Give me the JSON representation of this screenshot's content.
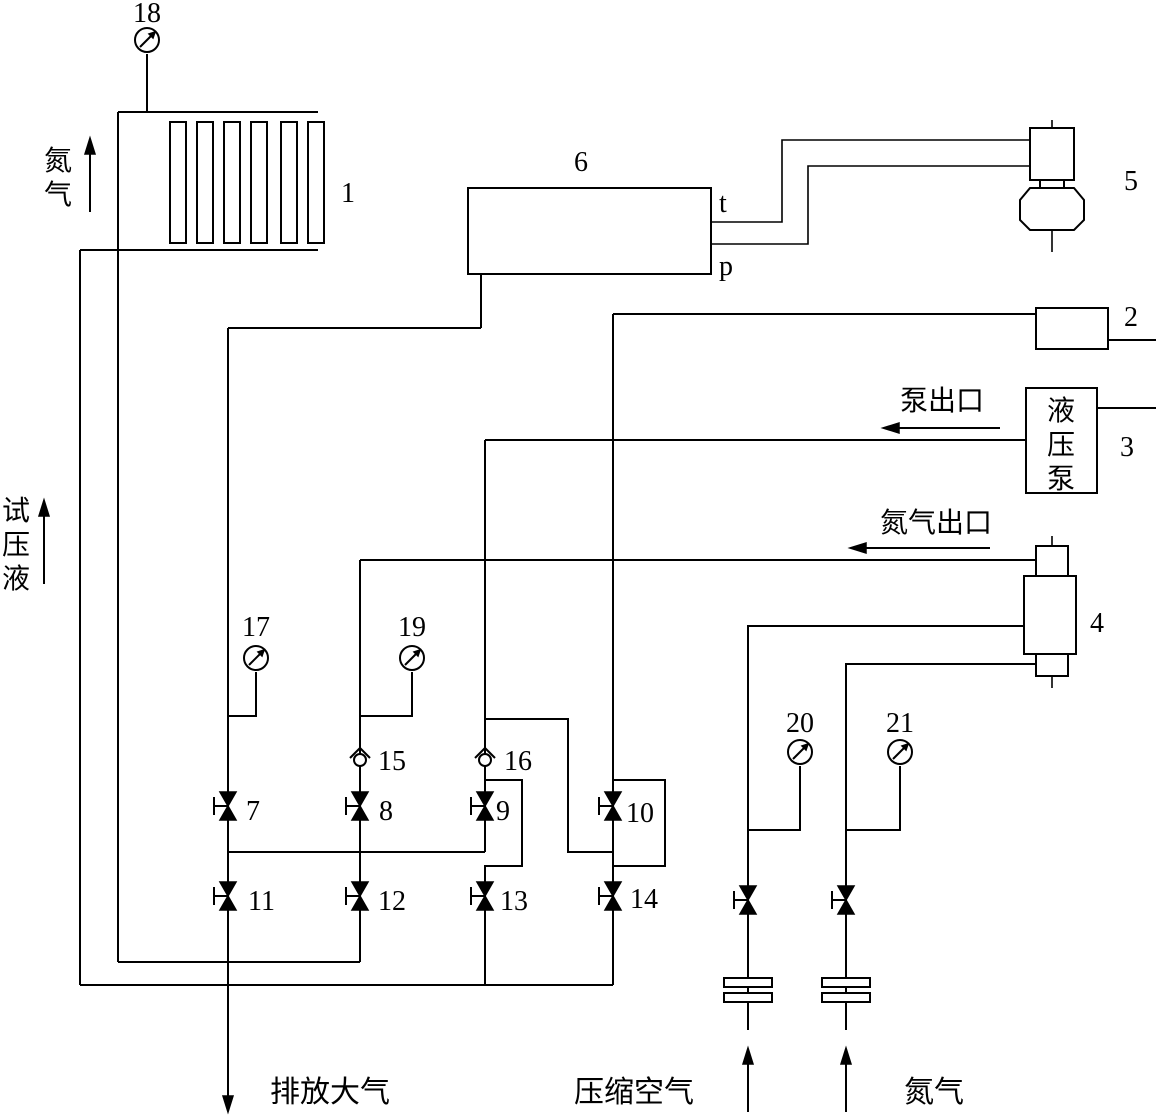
{
  "labels": {
    "n1": "1",
    "n2": "2",
    "n3": "3",
    "n4": "4",
    "n5": "5",
    "n6": "6",
    "n7": "7",
    "n8": "8",
    "n9": "9",
    "n10": "10",
    "n11": "11",
    "n12": "12",
    "n13": "13",
    "n14": "14",
    "n15": "15",
    "n16": "16",
    "n17": "17",
    "n18": "18",
    "n19": "19",
    "n20": "20",
    "n21": "21",
    "t": "t",
    "p": "p"
  },
  "text": {
    "nitrogen_vertical": [
      "氮",
      "气"
    ],
    "test_fluid_vertical": [
      "试",
      "压",
      "液"
    ],
    "pump_box": [
      "液",
      "压",
      "泵"
    ],
    "pump_outlet": "泵出口",
    "nitrogen_outlet": "氮气出口",
    "vent_atmosphere": "排放大气",
    "compressed_air": "压缩空气",
    "nitrogen_inlet": "氮气"
  }
}
